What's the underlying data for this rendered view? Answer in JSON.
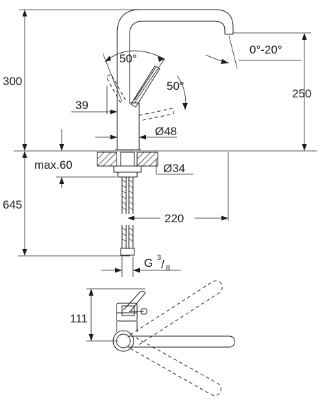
{
  "dimensions": {
    "total_height_above": "300",
    "spout_height": "250",
    "spout_swivel": "0°-20°",
    "lever_angle_top": "50°",
    "lever_angle_side": "50°",
    "lever_offset": "39",
    "body_diameter": "Ø48",
    "hole_diameter": "Ø34",
    "deck_thickness_max": "max.60",
    "hose_length": "645",
    "spout_reach": "220",
    "connection_thread": "G",
    "connection_num": "3",
    "connection_den": "8",
    "top_view_height": "111"
  }
}
